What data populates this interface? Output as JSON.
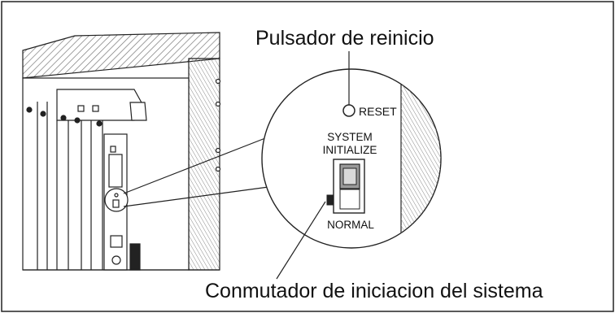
{
  "callouts": {
    "reset_button": "Pulsador de reinicio",
    "init_switch": "Conmutador de iniciacion del sistema"
  },
  "panel_labels": {
    "reset": "RESET",
    "system_line1": "SYSTEM",
    "system_line2": "INITIALIZE",
    "normal": "NORMAL"
  },
  "colors": {
    "ink": "#111111",
    "frame": "#222222",
    "hatch": "#888888"
  }
}
